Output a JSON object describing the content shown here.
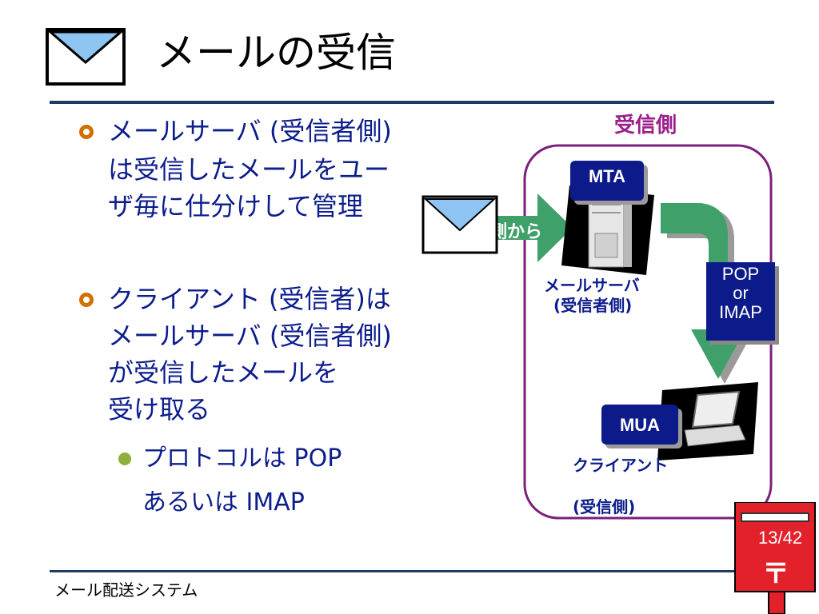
{
  "slide": {
    "title": "メールの受信",
    "footer": "メール配送システム",
    "page_number": "13/42"
  },
  "bullets": [
    {
      "lines": [
        "メールサーバ (受信者側)",
        "は受信したメールをユー",
        "ザ毎に仕分けして管理"
      ]
    },
    {
      "lines": [
        "クライアント (受信者)は",
        "メールサーバ (受信者側)",
        "が受信したメールを",
        "受け取る"
      ],
      "sub_bullets": [
        {
          "lines": [
            "プロトコルは POP",
            "あるいは IMAP"
          ]
        }
      ]
    }
  ],
  "diagram": {
    "receiver_side_label": "受信側",
    "incoming_arrow_label": "側から",
    "mta_label": "MTA",
    "server_label_lines": [
      "メールサーバ",
      "(受信者側)"
    ],
    "protocol_lines": [
      "POP",
      "or",
      "IMAP"
    ],
    "mua_label": "MUA",
    "client_label_lines": [
      "クライアント",
      "(受信側)"
    ],
    "postbox_symbol": "〒"
  },
  "colors": {
    "bullet_text": "#0c1d8c",
    "rule": "#1f3864",
    "receiver_border": "#7b1f7b",
    "arrow_green": "#3fa06a",
    "badge": "#0d1a8a",
    "postbox_red": "#e3212b"
  },
  "icons": [
    "envelope-icon",
    "server-tower-icon",
    "laptop-icon",
    "postbox-icon"
  ]
}
